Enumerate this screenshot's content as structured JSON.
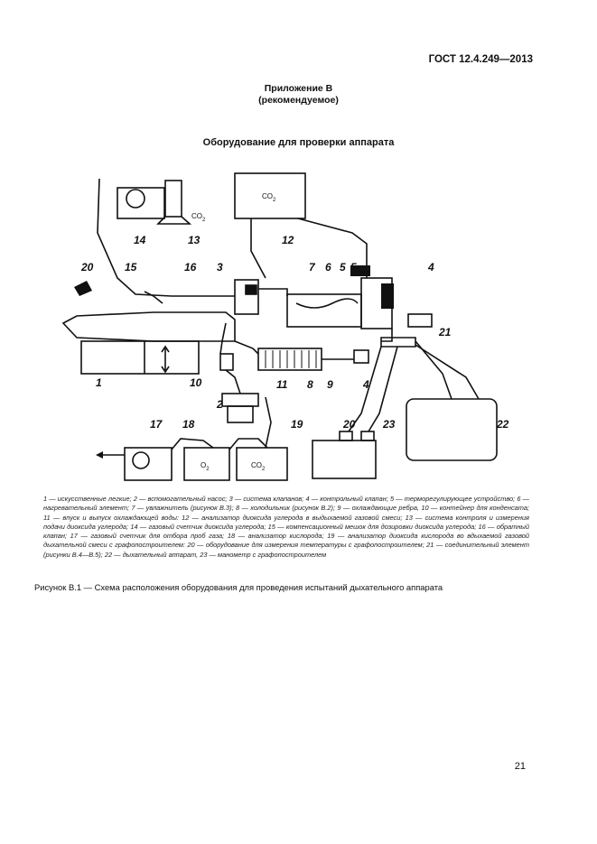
{
  "header": {
    "doc_code": "ГОСТ 12.4.249—2013"
  },
  "annex": {
    "title": "Приложение В",
    "subtitle": "(рекомендуемое)"
  },
  "section": {
    "title": "Оборудование для проверки аппарата"
  },
  "diagram": {
    "text": {
      "co2": "CO",
      "co2_sub": "2",
      "o2": "O",
      "o2_sub": "2"
    },
    "labels": {
      "l1": "1",
      "l2": "2",
      "l3": "3",
      "l4a": "4",
      "l4b": "4",
      "l5": "5",
      "l5b": "5",
      "l6": "6",
      "l7": "7",
      "l8": "8",
      "l9": "9",
      "l10": "10",
      "l11": "11",
      "l12": "12",
      "l13": "13",
      "l14": "14",
      "l15": "15",
      "l16": "16",
      "l17": "17",
      "l18": "18",
      "l19": "19",
      "l20a": "20",
      "l20b": "20",
      "l21": "21",
      "l22": "22",
      "l23": "23"
    }
  },
  "legend": {
    "items": [
      {
        "num": "1",
        "text": "искусственные легкие;"
      },
      {
        "num": "2",
        "text": "вспомогательный насос;"
      },
      {
        "num": "3",
        "text": "система клапанов;"
      },
      {
        "num": "4",
        "text": "контрольный клапан;"
      },
      {
        "num": "5",
        "text": "терморегулирующее устройство;"
      },
      {
        "num": "6",
        "text": "нагревательный элемент;"
      },
      {
        "num": "7",
        "text": "увлажнитель (рисунок В.3);"
      },
      {
        "num": "8",
        "text": "холодильник (рисунок В.2);"
      },
      {
        "num": "9",
        "text": "охлаждающие ребра,"
      },
      {
        "num": "10",
        "text": "контейнер для конденсата;"
      },
      {
        "num": "11",
        "text": "впуск и выпуск охлаждающей воды:"
      },
      {
        "num": "12",
        "text": "анализатор диоксида углерода в выдыхаемой газовой смеси;"
      },
      {
        "num": "13",
        "text": "система контроля и измерения подачи диоксида углерода;"
      },
      {
        "num": "14",
        "text": "газовый счетчик диоксида углерода;"
      },
      {
        "num": "15",
        "text": "компенсационный мешок для дозировки диоксида углерода;"
      },
      {
        "num": "16",
        "text": "обратный клапан;"
      },
      {
        "num": "17",
        "text": "газовый счетчик для отбора проб газа;"
      },
      {
        "num": "18",
        "text": "анализатор кислорода;"
      },
      {
        "num": "19",
        "text": "анализатор диоксида кислорода во вдыхаемой газовой дыхательной смеси с графопостроителем:"
      },
      {
        "num": "20",
        "text": "оборудование для измерения температуры с графопостроителем;"
      },
      {
        "num": "21",
        "text": "соединительный элемент (рисунки В.4—В.5);"
      },
      {
        "num": "22",
        "text": "дыхательный аппарат,"
      },
      {
        "num": "23",
        "text": "манометр с графопостроителем"
      }
    ]
  },
  "caption": {
    "text": "Рисунок В.1 — Схема расположения оборудования для проведения испытаний дыхательного аппарата"
  },
  "page": {
    "number": "21"
  }
}
